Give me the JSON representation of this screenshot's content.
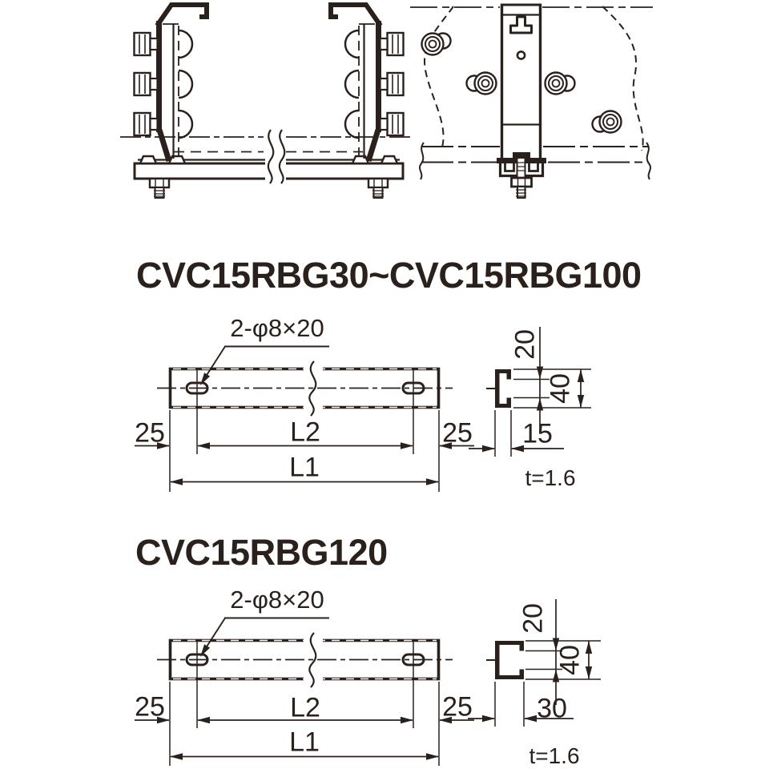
{
  "page": {
    "background": "#ffffff",
    "line_color": "#2a201c",
    "description_views": {
      "front_view": "cable-rack-separator-front-view",
      "side_view": "cable-rack-separator-side-view"
    }
  },
  "sections": [
    {
      "title": "CVC15RBG30~CVC15RBG100",
      "hole_label": "2-φ8×20",
      "dim_left": "25",
      "dim_span": "L2",
      "dim_right": "25",
      "dim_overall": "L1",
      "sec_opening": "20",
      "sec_height": "40",
      "sec_depth": "15",
      "sec_thickness": "t=1.6"
    },
    {
      "title": "CVC15RBG120",
      "hole_label": "2-φ8×20",
      "dim_left": "25",
      "dim_span": "L2",
      "dim_right": "25",
      "dim_overall": "L1",
      "sec_opening": "20",
      "sec_height": "40",
      "sec_depth": "30",
      "sec_thickness": "t=1.6"
    }
  ]
}
